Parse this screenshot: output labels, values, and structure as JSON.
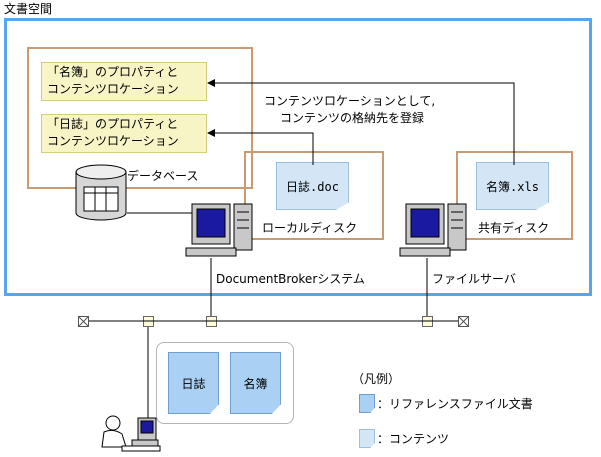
{
  "space_label": "文書空間",
  "properties": [
    {
      "line1": "「名簿」のプロパティと",
      "line2": "コンテンツロケーション"
    },
    {
      "line1": "「日誌」のプロパティと",
      "line2": "コンテンツロケーション"
    }
  ],
  "annotation": {
    "line1": "コンテンツロケーションとして,",
    "line2": "コンテンツの格納先を登録"
  },
  "database_label": "データベース",
  "local_disk": {
    "label": "ローカルディスク",
    "file": "日誌.doc"
  },
  "shared_disk": {
    "label": "共有ディスク",
    "file": "名簿.xls"
  },
  "docbroker_label": "DocumentBrokerシステム",
  "fileserver_label": "ファイルサーバ",
  "client_docs": [
    "日誌",
    "名簿"
  ],
  "legend": {
    "title": "（凡例）",
    "reference_file": "：リファレンスファイル文書",
    "contents": "：コンテンツ"
  },
  "colors": {
    "space_border": "#55a6ee",
    "box_border": "#c99b72",
    "property_fill": "#f7f5c6",
    "content_fill": "#d4e6f6",
    "reference_fill": "#aad0f4"
  }
}
